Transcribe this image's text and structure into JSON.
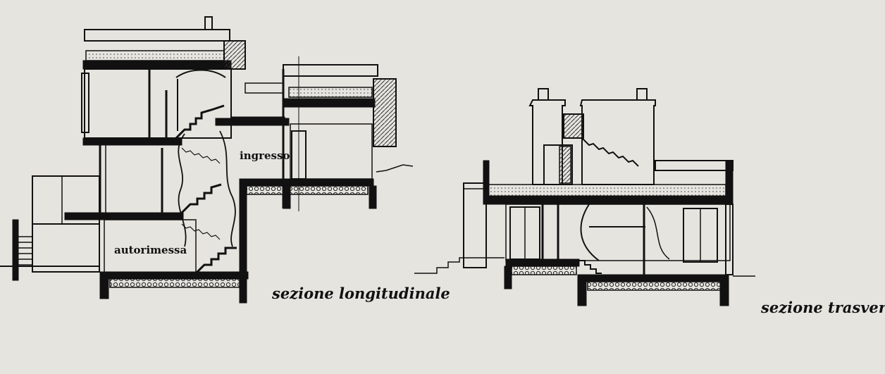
{
  "sections": {
    "longitudinal": {
      "caption": "sezione longitudinale",
      "room_labels": {
        "entrance": "ingresso",
        "garage": "autorimessa"
      }
    },
    "transverse": {
      "caption": "sezione trasversa"
    }
  },
  "colors": {
    "paper": "#e6e4df",
    "ink": "#111111",
    "hatch": "#333333"
  }
}
